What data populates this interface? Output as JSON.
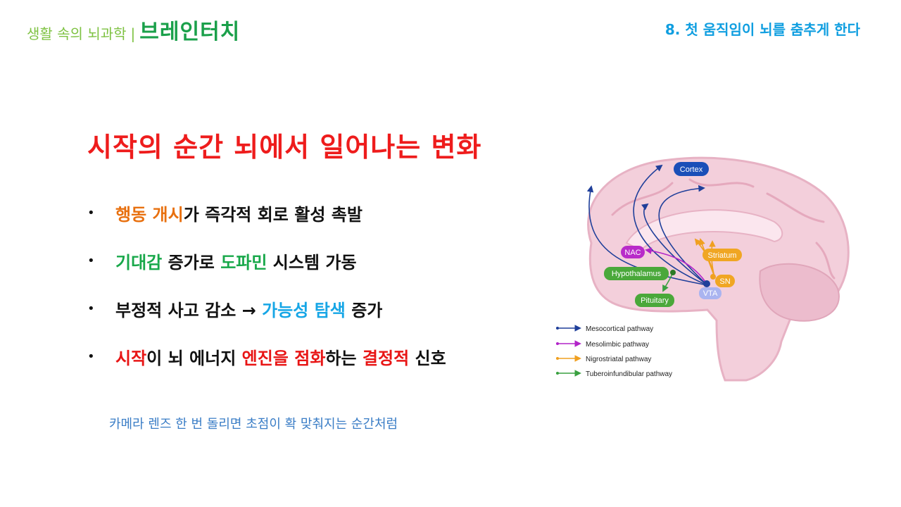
{
  "header": {
    "brand_sub": "생활 속의 뇌과학",
    "brand_sep": "|",
    "brand_main": "브레인터치",
    "chapter": "8. 첫 움직임이 뇌를 춤추게 한다"
  },
  "slide": {
    "title": "시작의 순간 뇌에서 일어나는 변화",
    "bullet_char": "•",
    "bullets": [
      {
        "hl1": "행동 개시",
        "rest": "가 즉각적 회로 활성 촉발"
      },
      {
        "hl1": "기대감",
        "mid": " 증가로 ",
        "hl2": "도파민",
        "rest": " 시스템 가동"
      },
      {
        "pre": "부정적 사고 감소 → ",
        "hl1": "가능성 탐색",
        "rest": " 증가"
      },
      {
        "hl1": "시작",
        "mid1": "이 뇌 에너지 ",
        "hl2": "엔진을 점화",
        "mid2": "하는 ",
        "hl3": "결정적",
        "rest": " 신호"
      }
    ],
    "caption": "카메라 렌즈 한 번 돌리면 초점이 확 맞춰지는 순간처럼"
  },
  "diagram": {
    "nodes": {
      "cortex": "Cortex",
      "nac": "NAC",
      "striatum": "Striatum",
      "hypothalamus": "Hypothalamus",
      "sn": "SN",
      "vta": "VTA",
      "pituitary": "Pituitary"
    },
    "legend": [
      {
        "label": "Mesocortical pathway",
        "color": "#1f3f9a"
      },
      {
        "label": "Mesolimbic pathway",
        "color": "#b224c8"
      },
      {
        "label": "Nigrostriatal pathway",
        "color": "#f0a020"
      },
      {
        "label": "Tuberoinfundibular pathway",
        "color": "#3aa040"
      }
    ],
    "colors": {
      "brain": "#f3cfdb",
      "brain_dark": "#e7b2c4",
      "cortex_node": "#1a4fb8",
      "nac_node": "#b82bc9",
      "striatum_node": "#f0a623",
      "hypothalamus_node": "#4aa83a",
      "pituitary_node": "#4aa83a",
      "vta_node": "#aab4f0"
    }
  }
}
